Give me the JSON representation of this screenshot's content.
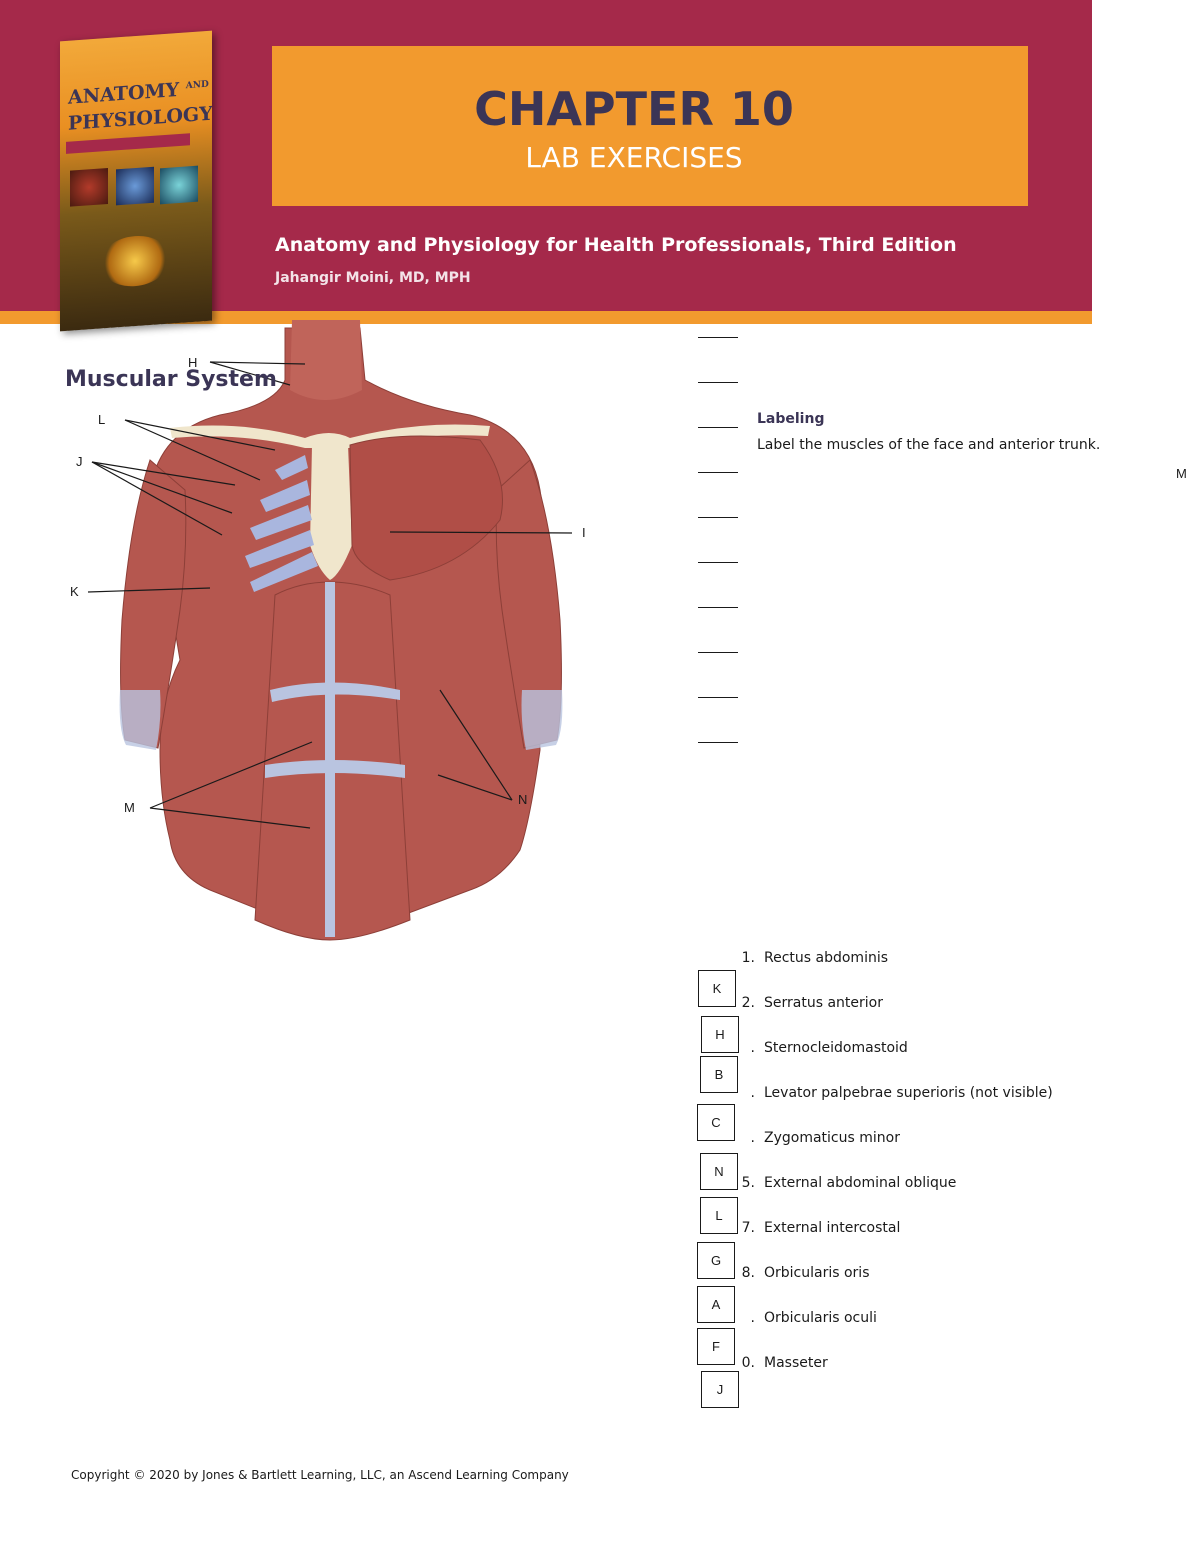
{
  "header": {
    "chapter": "CHAPTER 10",
    "subtitle": "LAB EXERCISES",
    "book_title": "Anatomy and Physiology for Health Professionals, Third Edition",
    "author": "Jahangir Moini, MD, MPH"
  },
  "cover": {
    "title_line1": "ANATOMY",
    "title_and": "AND",
    "title_line2": "PHYSIOLOGY"
  },
  "section": {
    "title": "Muscular System"
  },
  "figure": {
    "labels": [
      "H",
      "L",
      "J",
      "K",
      "I",
      "M",
      "N"
    ]
  },
  "blanks": {
    "count": 10
  },
  "labeling": {
    "heading": "Labeling",
    "instruction": "Label the muscles of the face and anterior trunk.",
    "stray_letter": "M"
  },
  "answer_list": [
    {
      "num": "1.",
      "text": "Rectus abdominis"
    },
    {
      "num": "2.",
      "text": "Serratus anterior"
    },
    {
      "num": ".",
      "text": "Sternocleidomastoid"
    },
    {
      "num": ".",
      "text": "Levator palpebrae superioris (not visible)"
    },
    {
      "num": ".",
      "text": "Zygomaticus minor"
    },
    {
      "num": "5.",
      "text": "External abdominal oblique"
    },
    {
      "num": "7.",
      "text": "External intercostal"
    },
    {
      "num": "8.",
      "text": "Orbicularis oris"
    },
    {
      "num": ".",
      "text": "Orbicularis oculi"
    },
    {
      "num": "0.",
      "text": "Masseter"
    }
  ],
  "answer_boxes": [
    "K",
    "H",
    "B",
    "C",
    "N",
    "L",
    "G",
    "A",
    "F",
    "J"
  ],
  "footer": {
    "copyright": "Copyright © 2020 by Jones & Bartlett Learning, LLC, an Ascend Learning Company"
  },
  "colors": {
    "banner": "#a5294a",
    "accent": "#f29a2e",
    "title_text": "#3b3556",
    "muscle": "#b5574f",
    "fascia": "#b9c4e0"
  }
}
